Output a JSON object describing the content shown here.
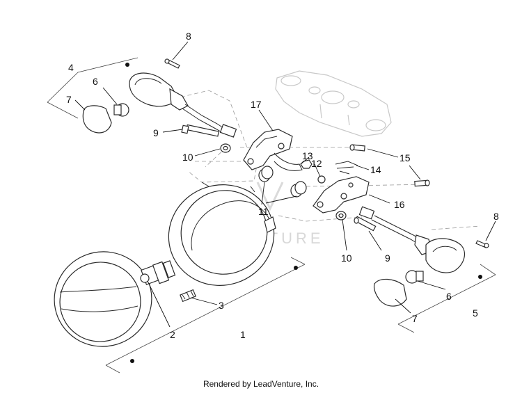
{
  "diagram": {
    "watermark": "LEADVENTURE",
    "footer": "Rendered by LeadVenture, Inc.",
    "callouts": [
      "1",
      "2",
      "3",
      "4",
      "5",
      "6",
      "6",
      "7",
      "7",
      "8",
      "8",
      "9",
      "9",
      "10",
      "10",
      "11",
      "12",
      "13",
      "14",
      "15",
      "16",
      "17"
    ]
  }
}
